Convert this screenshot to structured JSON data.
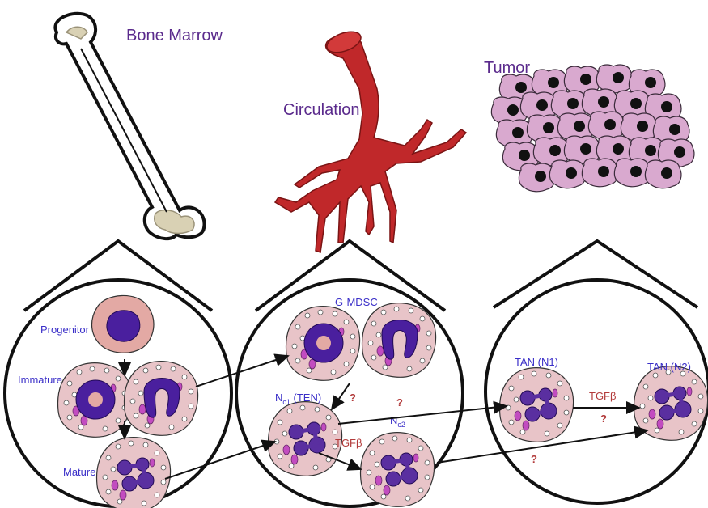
{
  "labels": {
    "bone_marrow": "Bone Marrow",
    "circulation": "Circulation",
    "tumor": "Tumor",
    "progenitor": "Progenitor",
    "immature": "Immature",
    "mature": "Mature",
    "g_mdsc": "G-MDSC",
    "nc1_main": "N",
    "nc1_sub": "c1",
    "nc1_rest": " (TEN)",
    "nc2_main": "N",
    "nc2_sub": "c2",
    "tgfb_center": "TGFβ",
    "tan_n1": "TAN (N1)",
    "tan_n2": "TAN (N2)",
    "tgfb_right": "TGFβ",
    "q1": "?",
    "q2": "?",
    "q3": "?",
    "q4": "?"
  },
  "colors": {
    "cell_fill": "#e8c4c8",
    "nucleus": "#4a1f9e",
    "nucleus_mature": "#5a2fa0",
    "granule": "#c24cc0",
    "vessel": "#c0282a",
    "tumor_cell": "#d9a9cf",
    "tumor_nucleus": "#111111",
    "bone_fill": "#ffffff",
    "bone_joint": "#d9d1b4"
  },
  "icons": [
    "bone-icon",
    "blood-vessel-icon",
    "tumor-mass-icon",
    "neutrophil-cell-icon"
  ]
}
